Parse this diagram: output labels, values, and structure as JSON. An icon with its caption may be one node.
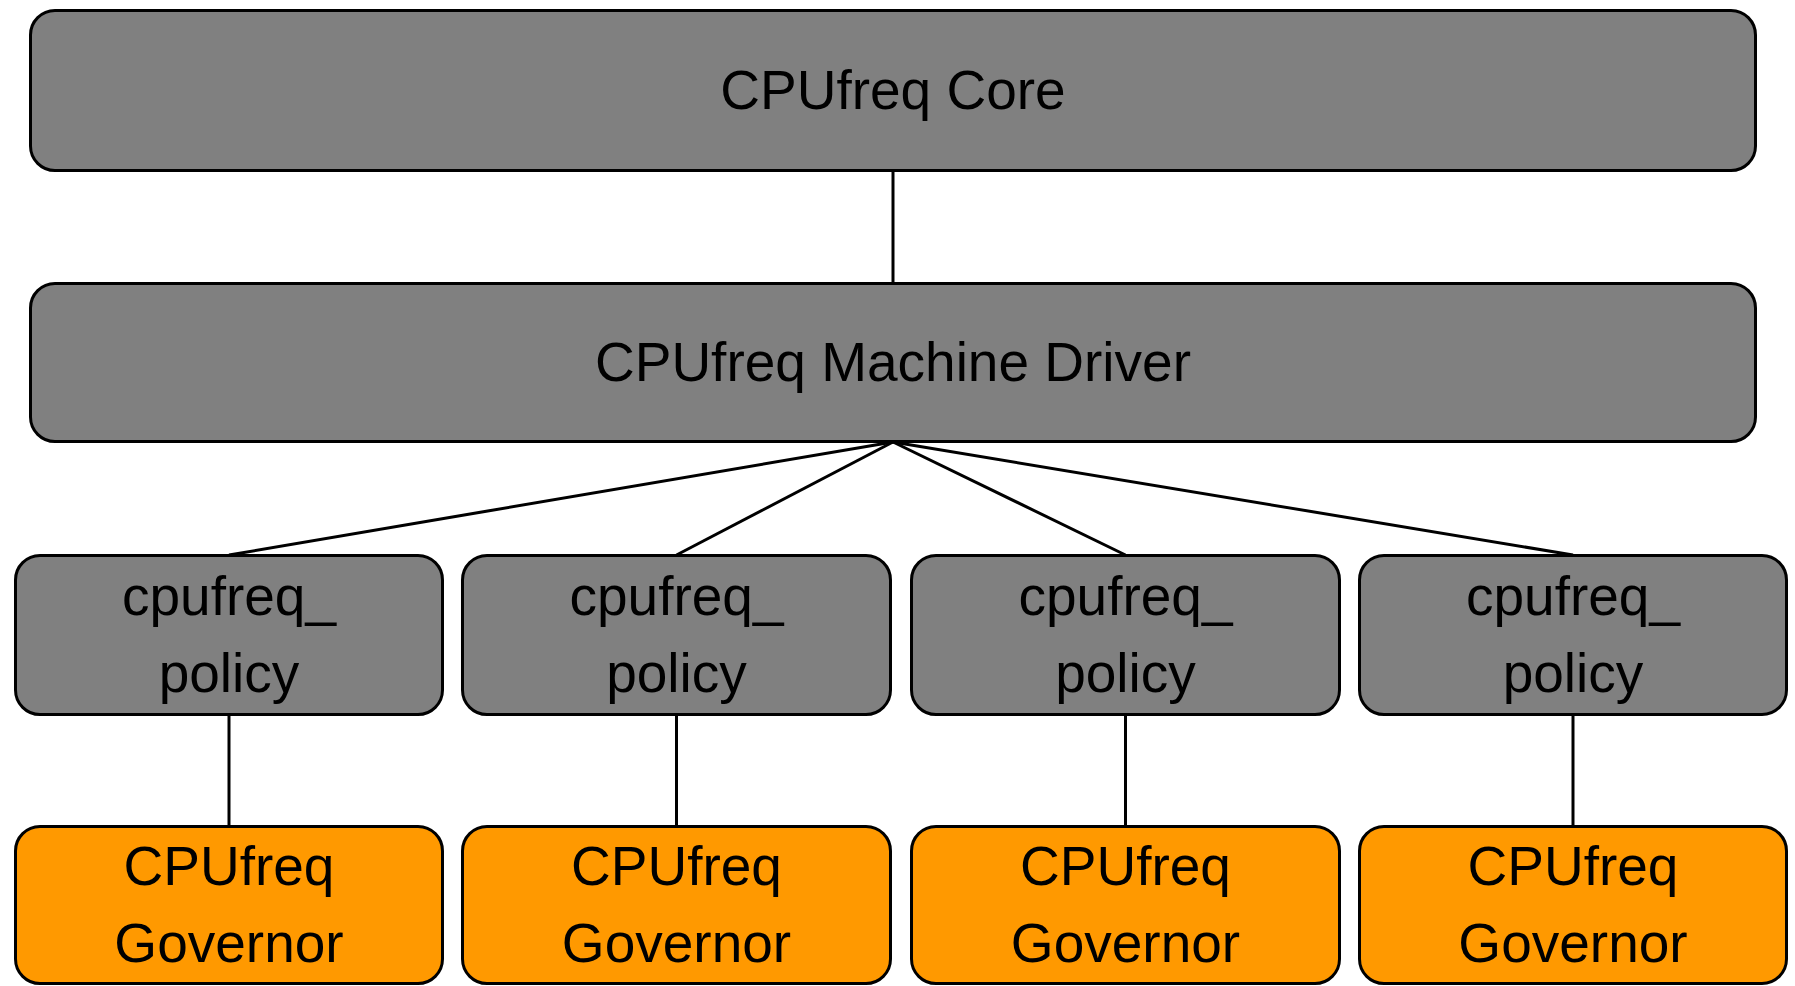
{
  "diagram": {
    "nodes": [
      {
        "text": [
          "CPUfreq Core"
        ]
      },
      {
        "text": [
          "CPUfreq Machine Driver"
        ]
      },
      {
        "text": [
          "cpufreq_ policy"
        ]
      },
      {
        "text": [
          "cpufreq_ policy"
        ]
      },
      {
        "text": [
          "cpufreq_ policy"
        ]
      },
      {
        "text": [
          "cpufreq_ policy"
        ]
      },
      {
        "text": [
          "CPUfreq Governor"
        ]
      },
      {
        "text": [
          "CPUfreq Governor"
        ]
      },
      {
        "text": [
          "CPUfreq Governor"
        ]
      },
      {
        "text": [
          "CPUfreq Governor"
        ]
      }
    ],
    "edges": [
      {
        "from": 0,
        "to": 1,
        "arrow": "none"
      },
      {
        "from": 1,
        "to": 2,
        "arrow": "none"
      },
      {
        "from": 1,
        "to": 3,
        "arrow": "none"
      },
      {
        "from": 1,
        "to": 4,
        "arrow": "none"
      },
      {
        "from": 1,
        "to": 5,
        "arrow": "none"
      },
      {
        "from": 2,
        "to": 6,
        "arrow": "none"
      },
      {
        "from": 3,
        "to": 7,
        "arrow": "none"
      },
      {
        "from": 4,
        "to": 8,
        "arrow": "none"
      },
      {
        "from": 5,
        "to": 9,
        "arrow": "none"
      }
    ]
  }
}
